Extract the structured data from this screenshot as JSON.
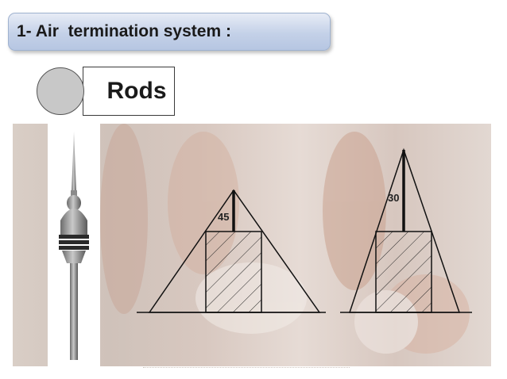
{
  "slide": {
    "title": "1- Air  termination system :",
    "subtitle": "Rods"
  },
  "figure": {
    "left_diagram": {
      "angle_label": "45"
    },
    "right_diagram": {
      "angle_label": "30"
    }
  },
  "colors": {
    "title_bar": "#c4d1e8",
    "circle_fill": "#c8c8c8",
    "line": "#111111"
  },
  "icons": [
    "lightning-rod-image"
  ]
}
